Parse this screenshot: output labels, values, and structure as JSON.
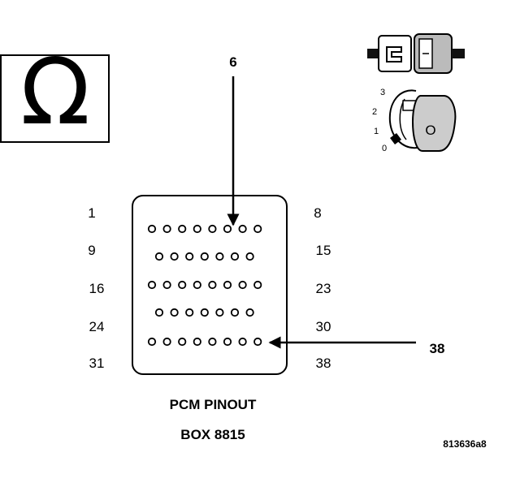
{
  "meter": {
    "symbol": "Ω",
    "icon": "ohmmeter-icon"
  },
  "probe_arrows": {
    "top_label": "6",
    "right_label": "38"
  },
  "ignition": {
    "switch_icon": "key-switch-icon",
    "connector_icon": "connector-icon",
    "positions": [
      "3",
      "2",
      "1",
      "0"
    ],
    "key_letter": "O",
    "selected_position": "0"
  },
  "connector": {
    "left_labels": [
      "1",
      "9",
      "16",
      "24",
      "31"
    ],
    "right_labels": [
      "8",
      "15",
      "23",
      "30",
      "38"
    ],
    "rows": [
      8,
      7,
      8,
      7,
      8
    ],
    "probed_pins": [
      6,
      38
    ]
  },
  "caption": {
    "line1": "PCM PINOUT",
    "line2": "BOX 8815"
  },
  "reference": "813636a8"
}
